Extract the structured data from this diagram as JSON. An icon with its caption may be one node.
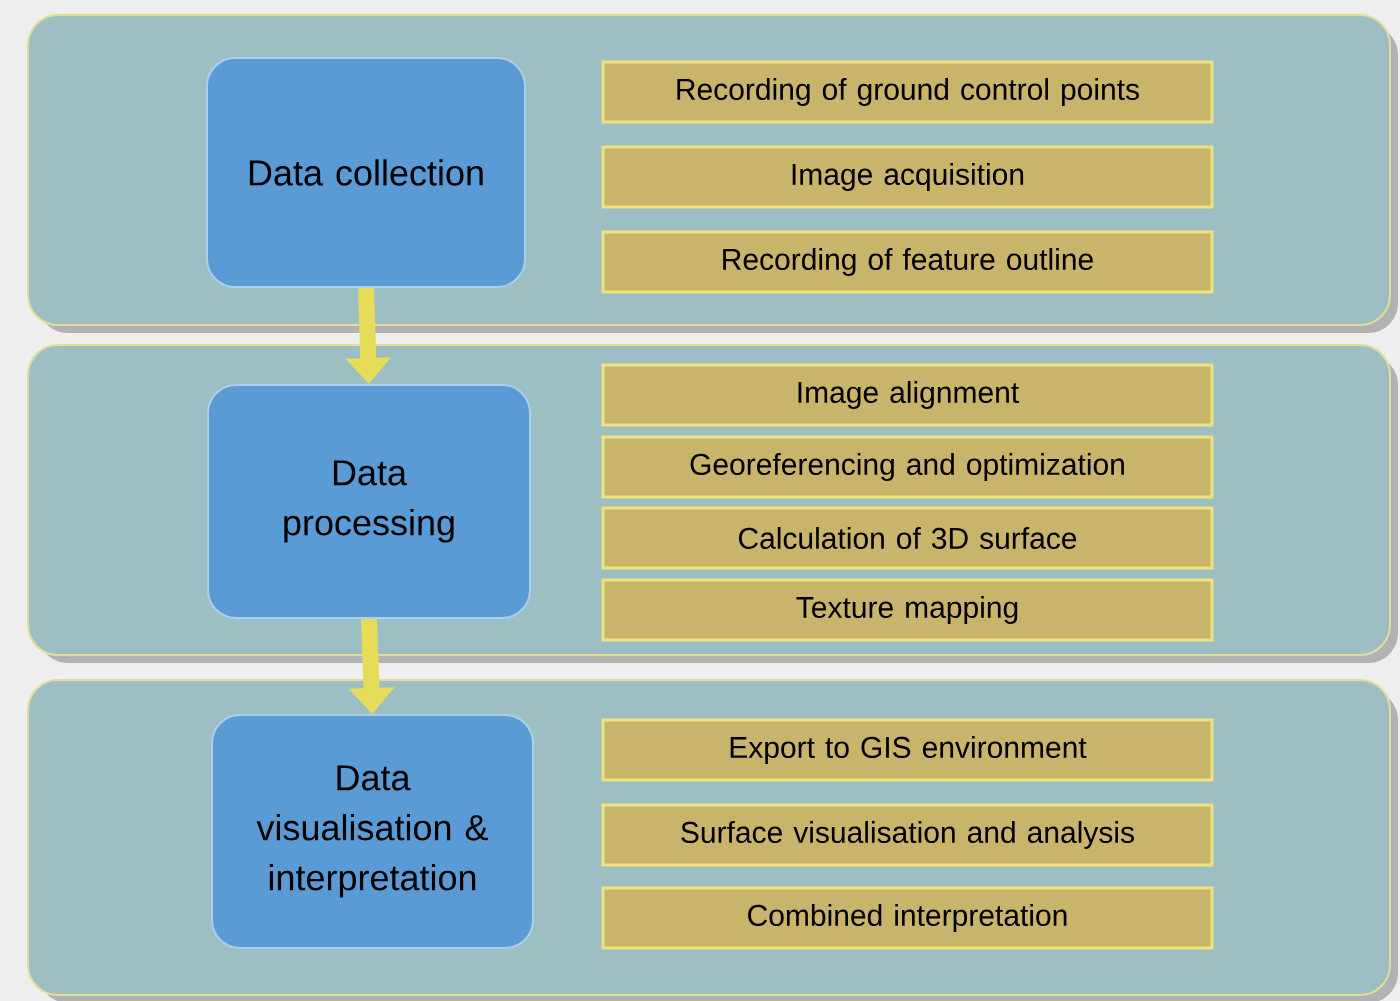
{
  "diagram": {
    "nodes": [
      {
        "text": [],
        "shape": "box"
      },
      {
        "text": [
          "Data collection"
        ],
        "in": 0
      },
      {
        "text": [
          "Recording of ground control points"
        ],
        "in": 0
      },
      {
        "text": [
          "Image acquisition"
        ],
        "in": 0
      },
      {
        "text": [
          "Recording of feature outline"
        ],
        "in": 0
      },
      {
        "text": [],
        "shape": "box"
      },
      {
        "text": [
          "Data processing"
        ],
        "in": 5
      },
      {
        "text": [
          "Image alignment"
        ],
        "in": 5
      },
      {
        "text": [
          "Georeferencing and optimization"
        ],
        "in": 5
      },
      {
        "text": [
          "Calculation of 3D surface"
        ],
        "in": 5
      },
      {
        "text": [
          "Texture mapping"
        ],
        "in": 5
      },
      {
        "text": [],
        "shape": "box"
      },
      {
        "text": [
          "Data visualisation & interpretation"
        ],
        "in": 11
      },
      {
        "text": [
          "Export to GIS environment"
        ],
        "in": 11
      },
      {
        "text": [
          "Surface visualisation and analysis"
        ],
        "in": 11
      },
      {
        "text": [
          "Combined interpretation"
        ],
        "in": 11
      }
    ],
    "edges": [
      {
        "from": 1,
        "to": 6,
        "arrow": "to"
      },
      {
        "from": 6,
        "to": 12,
        "arrow": "to"
      }
    ]
  }
}
